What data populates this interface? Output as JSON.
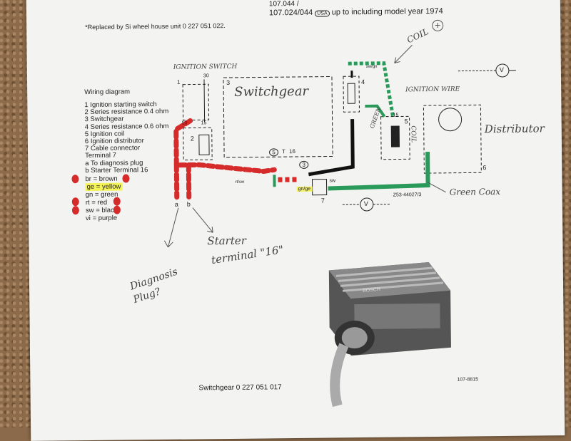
{
  "header": {
    "model_line_1": "107.044 /",
    "model_line_2_prefix": "107.024/044",
    "usa_badge": "USA",
    "model_line_2_suffix": "up to including model year 1974",
    "replaced_note": "*Replaced by Si wheel house unit 0 227 051 022."
  },
  "legend": {
    "title": "Wiring diagram",
    "items": [
      "1  Ignition starting switch",
      "2  Series resistance 0.4 ohm",
      "3  Switchgear",
      "4  Series resistance 0.6 ohm",
      "5  Ignition coil",
      "6  Ignition distributor",
      "7  Cable connector",
      "   Terminal 7",
      "a  To diagnosis plug",
      "b  Starter Terminal 16"
    ],
    "colors": [
      {
        "code": "br",
        "name": "brown"
      },
      {
        "code": "ge",
        "name": "yellow"
      },
      {
        "code": "gn",
        "name": "green"
      },
      {
        "code": "rt",
        "name": "red"
      },
      {
        "code": "sw",
        "name": "black"
      },
      {
        "code": "vi",
        "name": "purple"
      }
    ]
  },
  "handwriting": {
    "ignition_switch": "IGNITION SWITCH",
    "switchgear": "Switchgear",
    "coil": "COIL",
    "coil_plus": "+",
    "ignition_wire": "IGNITION WIRE",
    "green_wire": "GREEN",
    "coil_label": "COIL",
    "distributor": "Distributor",
    "green_coax": "Green Coax",
    "starter_1": "Starter",
    "starter_2": "terminal \"16\"",
    "diagnosis_1": "Diagnosis",
    "diagnosis_2": "Plug?"
  },
  "diagram": {
    "num_3": "3",
    "num_4": "4",
    "num_5": "5",
    "num_6": "6",
    "num_7": "7",
    "num_1": "1",
    "num_2": "2",
    "t30": "30",
    "t50": "50",
    "t15": "15",
    "t15b": "15",
    "ta": "a",
    "tb": "b",
    "c_5": "5",
    "c_t": "T",
    "c_16": "16",
    "c_3": "3",
    "volt": "V",
    "volt2": "V",
    "sw_label": "sw",
    "swge_label": "sw/gn",
    "rtsw": "rt/sw",
    "gnge": "gn/ge",
    "ref": "Z53-44027/3"
  },
  "photo_caption": "Switchgear 0 227 051 017",
  "photo_brand": "BOSCH",
  "page_ref": "107-8815",
  "colors": {
    "red_marker": "#d62b2b",
    "green_marker": "#2a9a5a",
    "highlight": "#f4f45a",
    "ink": "#222222"
  }
}
